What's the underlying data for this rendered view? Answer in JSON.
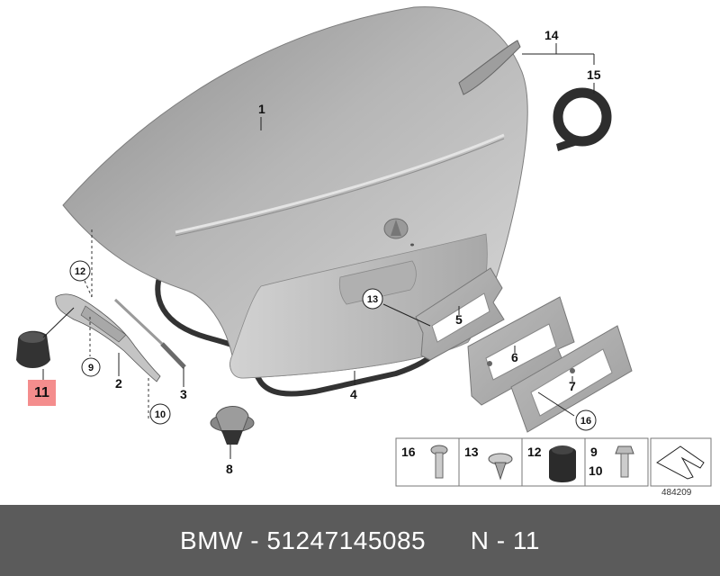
{
  "callouts": {
    "p1": "1",
    "p2": "2",
    "p3": "3",
    "p4": "4",
    "p5": "5",
    "p6": "6",
    "p7": "7",
    "p8": "8",
    "p9": "9",
    "p10": "10",
    "p11": "11",
    "p12": "12",
    "p13": "13",
    "p14": "14",
    "p15": "15",
    "p16": "16"
  },
  "legend": {
    "cells": [
      {
        "label": "16"
      },
      {
        "label": "13"
      },
      {
        "label": "12"
      },
      {
        "label_top": "9",
        "label_bottom": "10"
      }
    ]
  },
  "diagram_id": "484209",
  "highlighted_part": "11",
  "footer": {
    "brand": "BMW",
    "part_number": "51247145085",
    "position": "N - 11",
    "text": "BMW - 51247145085      N - 11"
  },
  "colors": {
    "highlight": "#f48d8d",
    "footer_bg": "#5b5b5b",
    "footer_text": "#ffffff",
    "part_gray": "#b9b9b9",
    "dark_part": "#333333"
  }
}
